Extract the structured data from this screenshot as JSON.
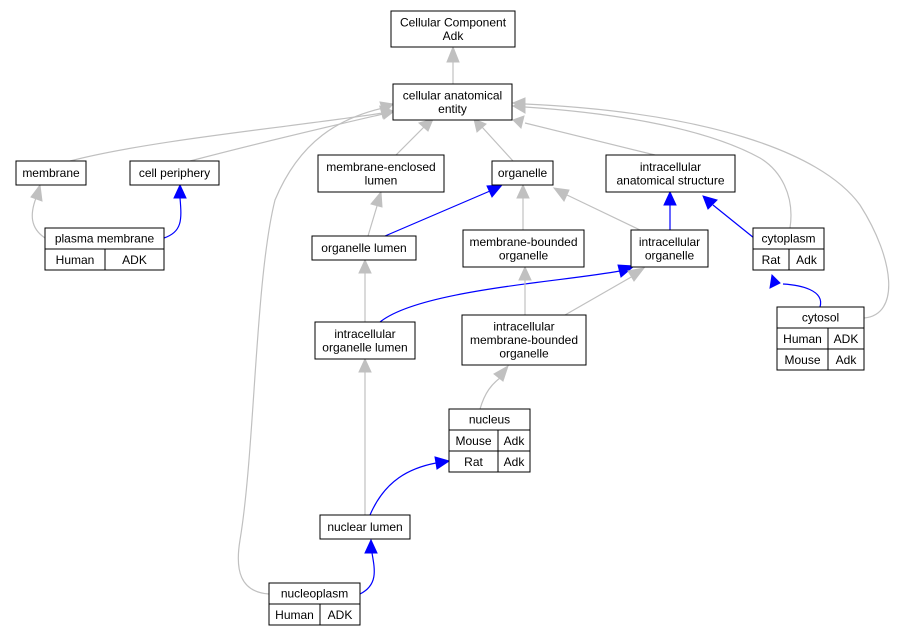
{
  "colors": {
    "is_a_edge": "#c0c0c0",
    "part_of_edge": "#0000ff",
    "human": "#ff6347",
    "mouse": "#add8e6",
    "rat": "#ffd700"
  },
  "nodes": {
    "root": [
      "Cellular Component",
      "Adk"
    ],
    "cae": [
      "cellular anatomical",
      "entity"
    ],
    "membrane": [
      "membrane"
    ],
    "cell_periphery": [
      "cell periphery"
    ],
    "mel": [
      "membrane-enclosed",
      "lumen"
    ],
    "organelle": [
      "organelle"
    ],
    "ias": [
      "intracellular",
      "anatomical structure"
    ],
    "plasma_membrane": [
      "plasma membrane"
    ],
    "organelle_lumen": [
      "organelle lumen"
    ],
    "mbo": [
      "membrane-bounded",
      "organelle"
    ],
    "io": [
      "intracellular",
      "organelle"
    ],
    "cytoplasm": [
      "cytoplasm"
    ],
    "iol": [
      "intracellular",
      "organelle lumen"
    ],
    "imbo": [
      "intracellular",
      "membrane-bounded",
      "organelle"
    ],
    "cytosol": [
      "cytosol"
    ],
    "nucleus": [
      "nucleus"
    ],
    "nuclear_lumen": [
      "nuclear lumen"
    ],
    "nucleoplasm": [
      "nucleoplasm"
    ]
  },
  "annotations": {
    "plasma_membrane": [
      [
        "Human",
        "ADK"
      ]
    ],
    "cytoplasm": [
      [
        "Rat",
        "Adk"
      ]
    ],
    "cytosol": [
      [
        "Human",
        "ADK"
      ],
      [
        "Mouse",
        "Adk"
      ]
    ],
    "nucleus": [
      [
        "Mouse",
        "Adk"
      ],
      [
        "Rat",
        "Adk"
      ]
    ],
    "nucleoplasm": [
      [
        "Human",
        "ADK"
      ]
    ]
  }
}
